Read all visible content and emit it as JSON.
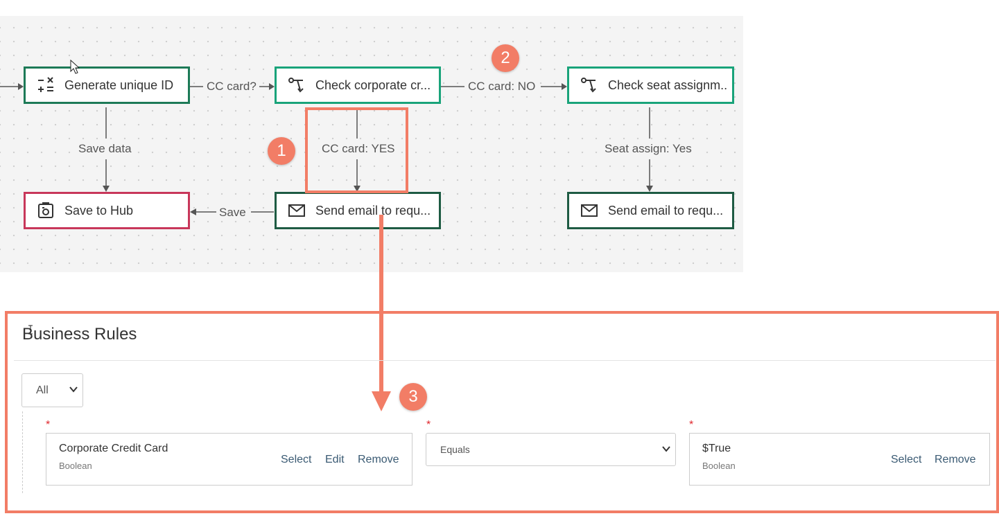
{
  "flow": {
    "nodes": [
      {
        "id": "generate",
        "label": "Generate unique ID",
        "icon": "calculator-icon"
      },
      {
        "id": "check_cc",
        "label": "Check corporate cr...",
        "icon": "branch-icon"
      },
      {
        "id": "check_seat",
        "label": "Check seat assignm..",
        "icon": "branch-icon"
      },
      {
        "id": "save_hub",
        "label": "Save to Hub",
        "icon": "save-hub-icon"
      },
      {
        "id": "email1",
        "label": "Send email to requ...",
        "icon": "envelope-icon"
      },
      {
        "id": "email2",
        "label": "Send email to requ...",
        "icon": "envelope-icon"
      }
    ],
    "edges": {
      "cc_card_q": "CC card?",
      "cc_card_no": "CC card: NO",
      "save_data": "Save data",
      "cc_card_yes": "CC card: YES",
      "seat_assign_yes": "Seat assign: Yes",
      "save": "Save"
    }
  },
  "callouts": {
    "one": "1",
    "two": "2",
    "three": "3"
  },
  "business_rules": {
    "title": "Business Rules",
    "filter": "All",
    "required_mark": "*",
    "left_operand": {
      "title": "Corporate Credit Card",
      "type": "Boolean",
      "actions": {
        "select": "Select",
        "edit": "Edit",
        "remove": "Remove"
      }
    },
    "operator": "Equals",
    "right_operand": {
      "title": "$True",
      "type": "Boolean",
      "actions": {
        "select": "Select",
        "remove": "Remove"
      }
    }
  },
  "colors": {
    "accent": "#f27d66",
    "green": "#1d7a57",
    "teal": "#19a37a",
    "dark_green": "#1e5b43",
    "red": "#c8375a"
  }
}
